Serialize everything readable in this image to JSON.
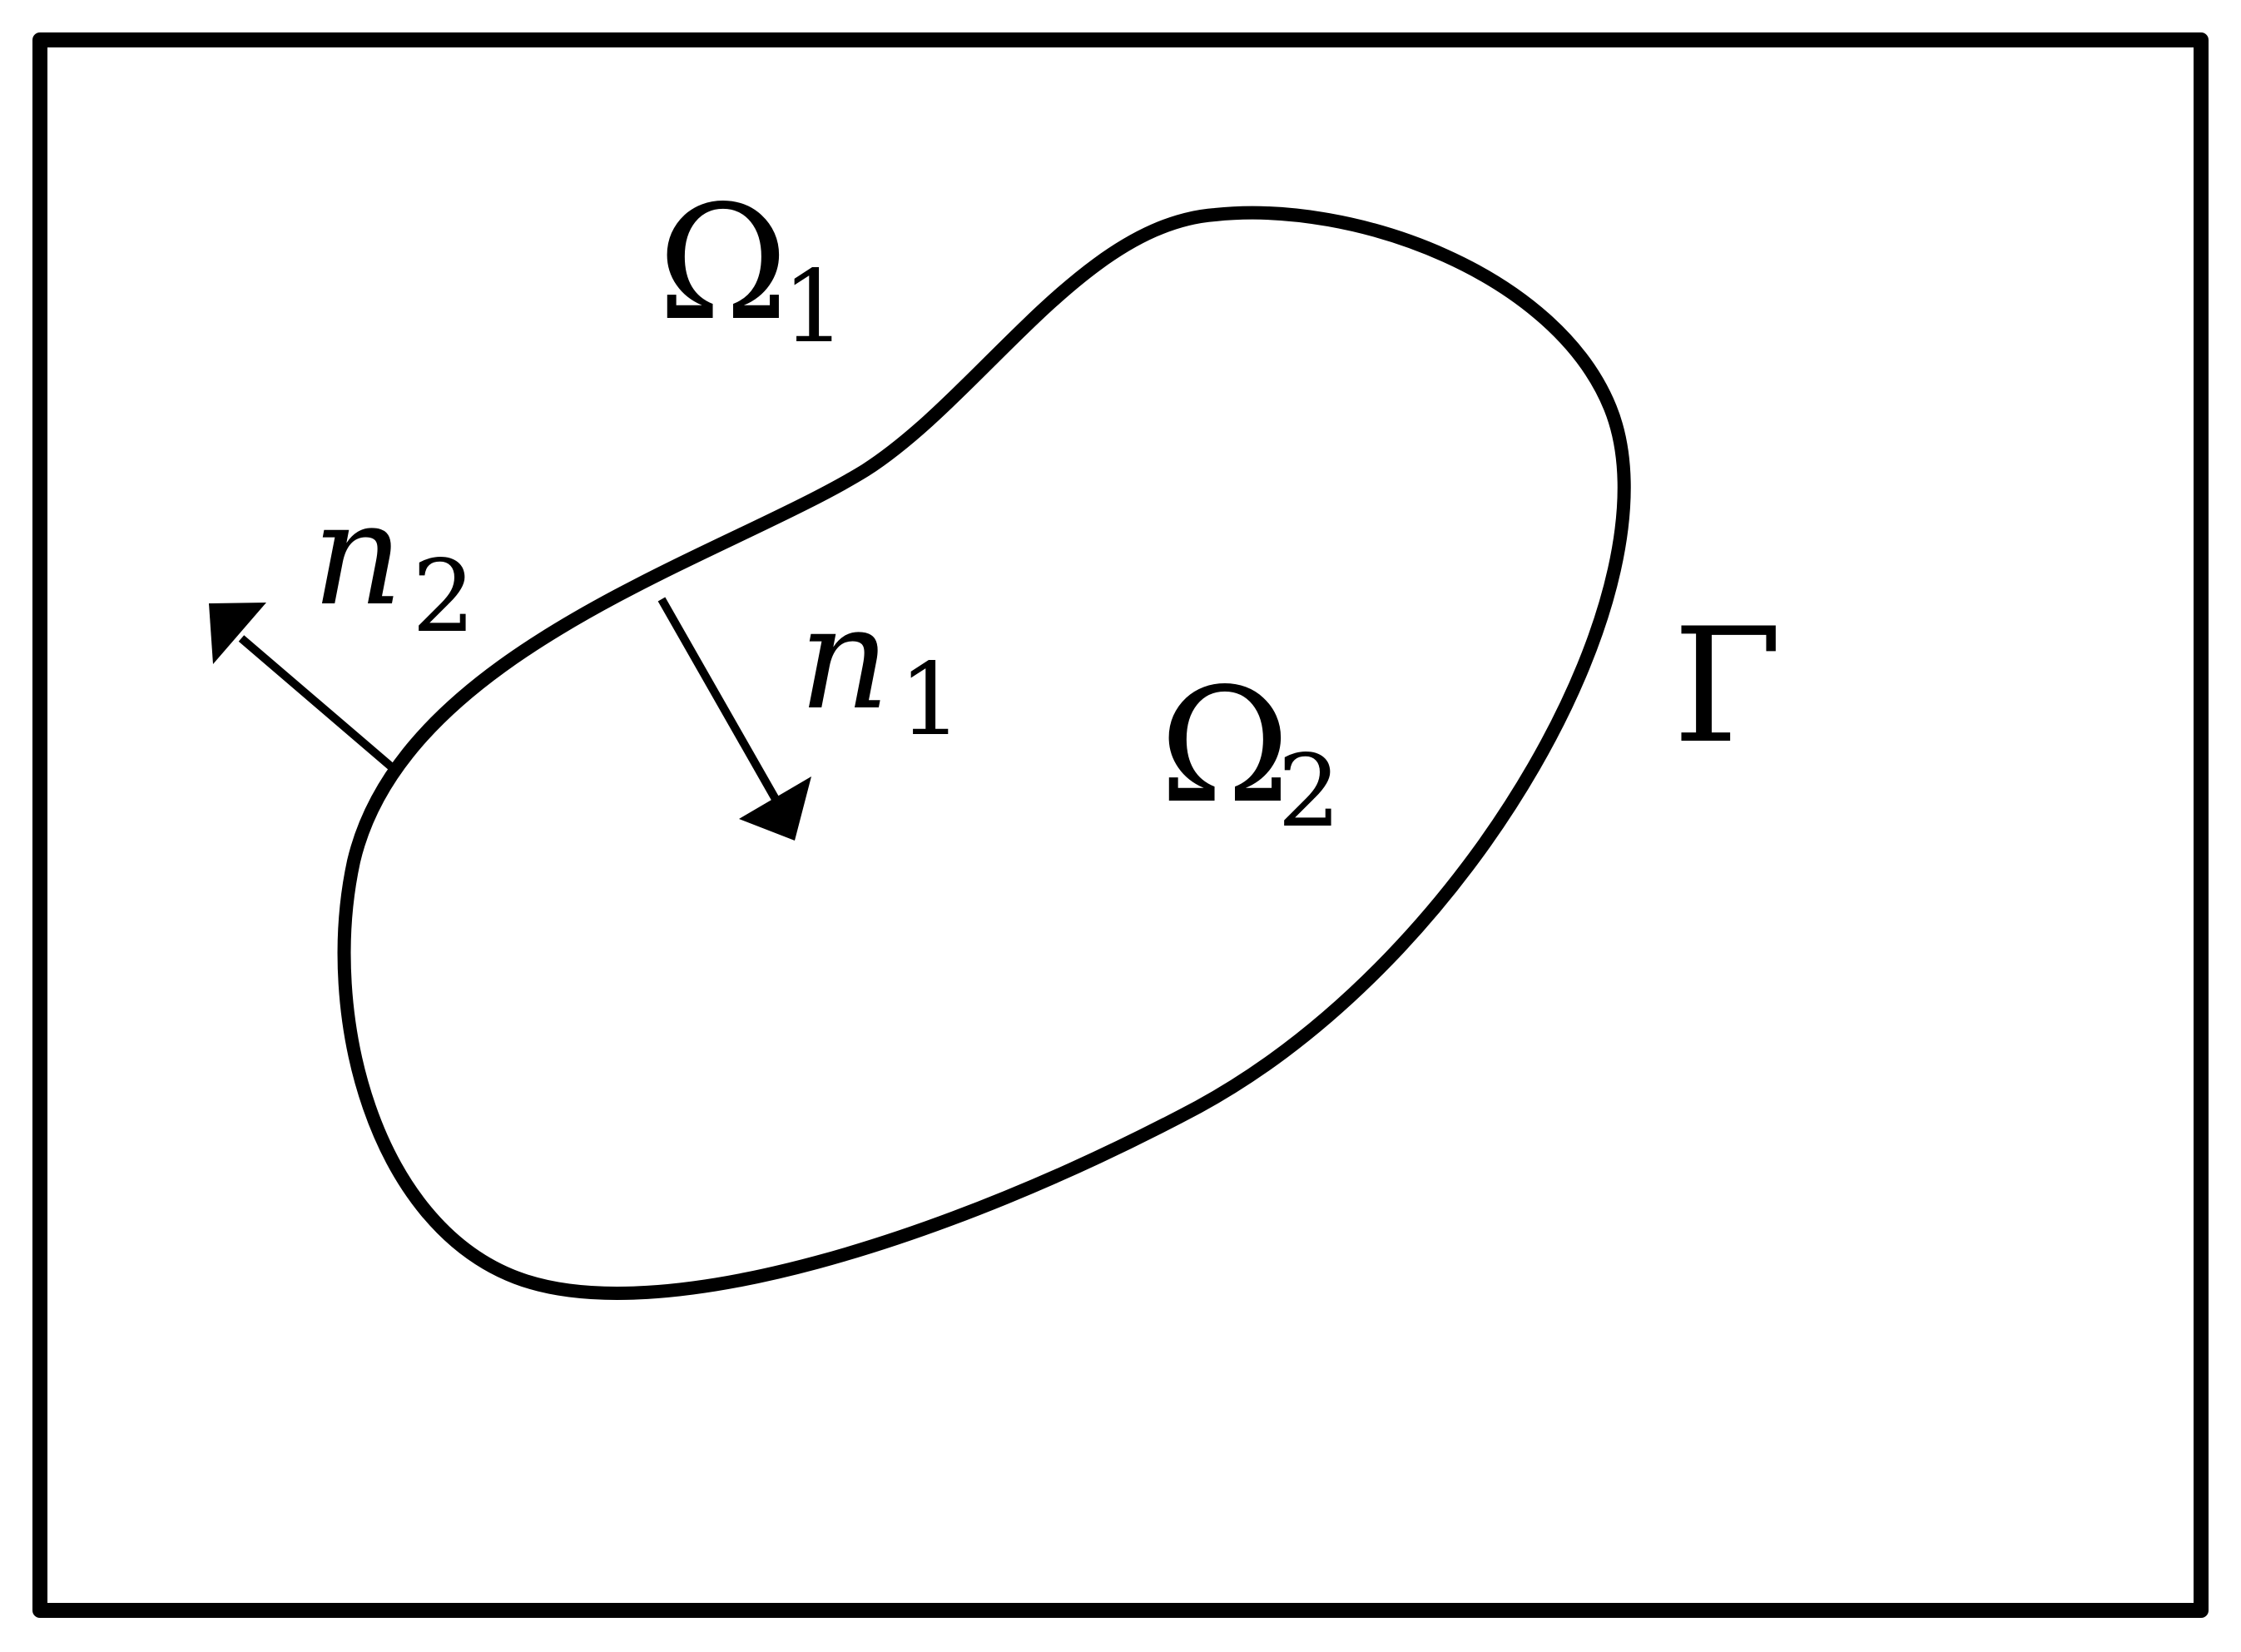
{
  "labels": {
    "omega1": {
      "symbol": "Ω",
      "sub": "1"
    },
    "omega2": {
      "symbol": "Ω",
      "sub": "2"
    },
    "gamma": "Γ",
    "normal1": {
      "symbol": "n",
      "sub": "1"
    },
    "normal2": {
      "symbol": "n",
      "sub": "2"
    }
  },
  "colors": {
    "stroke": "#000000",
    "background": "#ffffff"
  }
}
